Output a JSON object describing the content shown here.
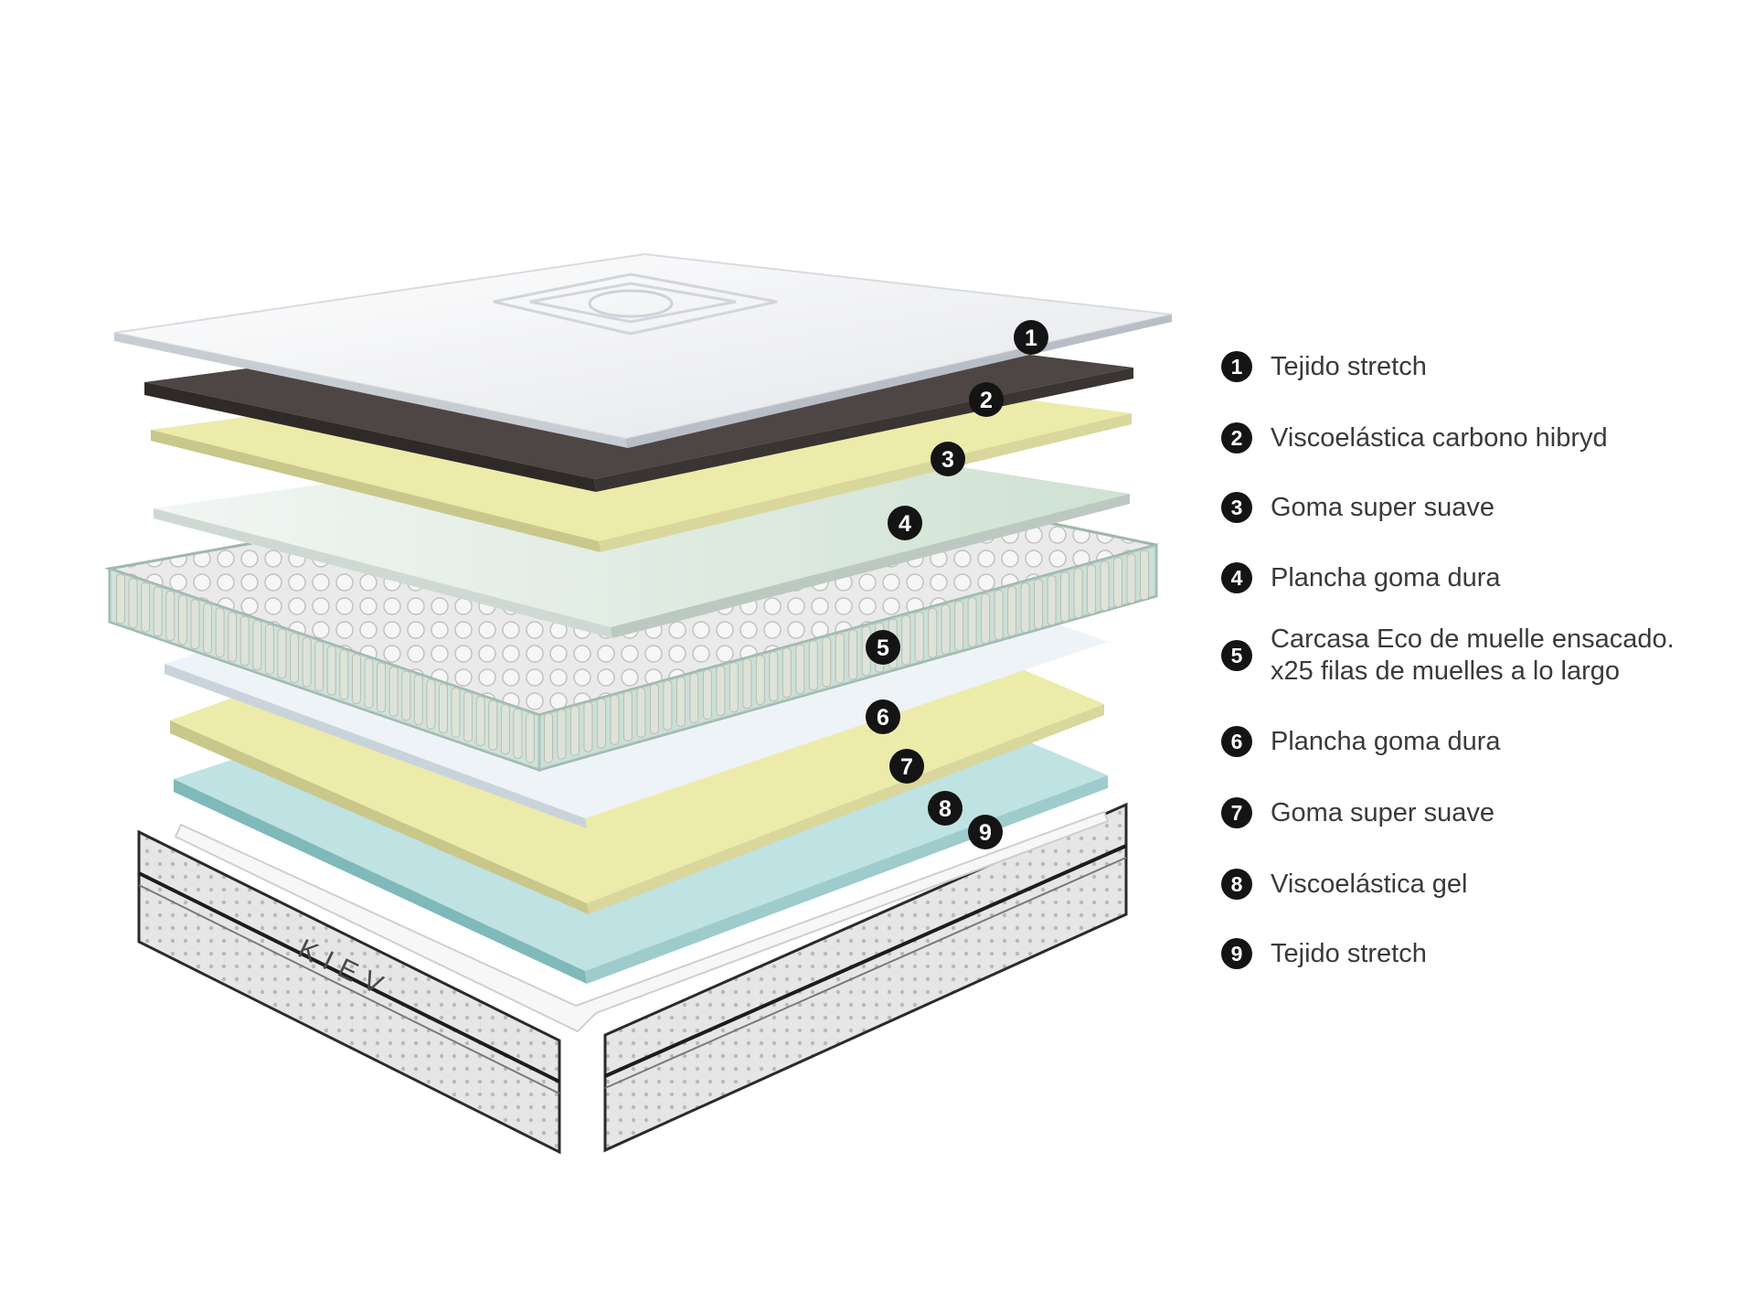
{
  "brand_label": "KIEV",
  "markers": [
    "1",
    "2",
    "3",
    "4",
    "5",
    "6",
    "7",
    "8",
    "9"
  ],
  "legend": [
    {
      "number": "1",
      "label": "Tejido stretch"
    },
    {
      "number": "2",
      "label": "Viscoelástica carbono hibryd"
    },
    {
      "number": "3",
      "label": "Goma super suave"
    },
    {
      "number": "4",
      "label": "Plancha goma dura"
    },
    {
      "number": "5",
      "line1": "Carcasa Eco de muelle ensacado.",
      "line2": "x25 filas de muelles a lo largo"
    },
    {
      "number": "6",
      "label": "Plancha goma dura"
    },
    {
      "number": "7",
      "label": "Goma super suave"
    },
    {
      "number": "8",
      "label": "Viscoelástica gel"
    },
    {
      "number": "9",
      "label": "Tejido stretch"
    }
  ],
  "colors": {
    "top_fabric": "#f4f5f7",
    "carbon_layer": "#4d4644",
    "soft_foam": "#ecebaa",
    "hard_foam": "#e6efe8",
    "spring_casing": "#c7ddd4",
    "gel_layer": "#bfe2e2",
    "base_cover": "#e4e4e4",
    "marker": "#141414"
  },
  "icons": [
    "numbered-marker-icon",
    "spring-icon"
  ]
}
